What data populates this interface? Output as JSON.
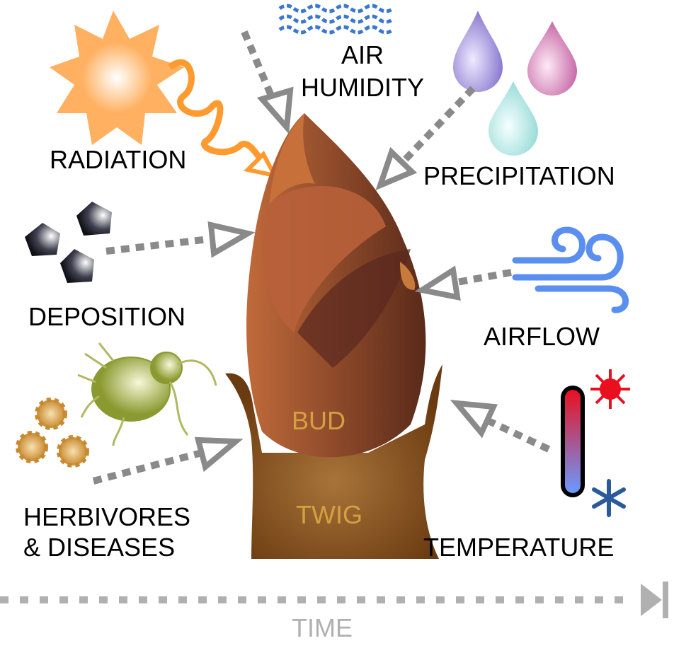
{
  "labels": {
    "air_humidity_1": "AIR",
    "air_humidity_2": "HUMIDITY",
    "radiation": "RADIATION",
    "precipitation": "PRECIPITATION",
    "deposition": "DEPOSITION",
    "airflow": "AIRFLOW",
    "herbivores_1": "HERBIVORES",
    "herbivores_2": "& DISEASES",
    "temperature": "TEMPERATURE",
    "bud": "BUD",
    "twig": "TWIG",
    "time": "TIME"
  },
  "colors": {
    "arrow": "#8a8a8a",
    "radiation": "#ff9a2e",
    "humidity": "#3a78d0",
    "airflow": "#5a8ff0",
    "bud_text": "#d4a040",
    "time": "#b0b0b0",
    "hot": "#e8101e",
    "cold": "#2a5a9a"
  },
  "icons": [
    "sun-icon",
    "waves-icon",
    "raindrops-icon",
    "pentagon-particles-icon",
    "wind-icon",
    "mite-icon",
    "spores-icon",
    "thermometer-icon",
    "sun-hot-icon",
    "snowflake-icon"
  ]
}
